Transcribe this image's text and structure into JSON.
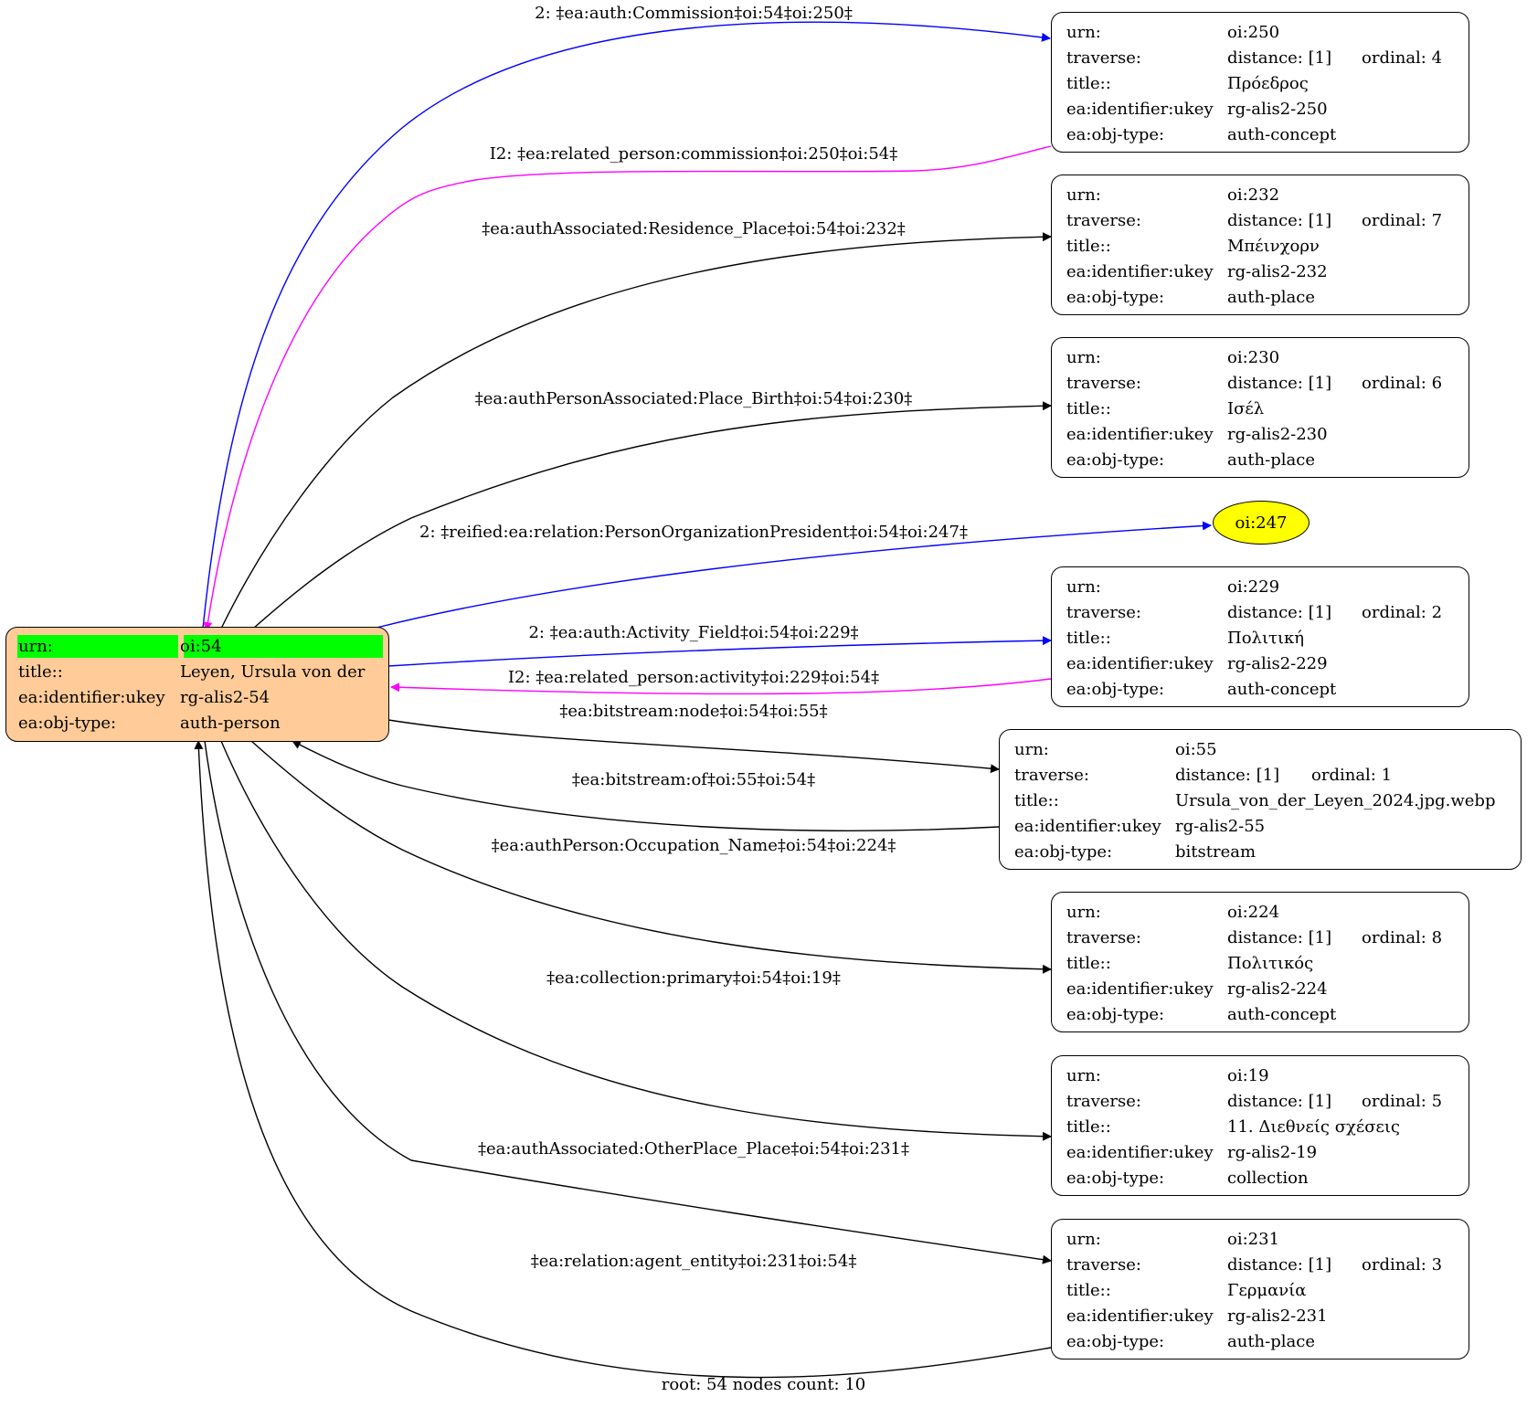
{
  "root": {
    "rows": [
      {
        "key": "urn:",
        "value": "oi:54"
      },
      {
        "key": "title::",
        "value": "Leyen, Ursula von der"
      },
      {
        "key": "ea:identifier:ukey",
        "value": "rg-alis2-54"
      },
      {
        "key": "ea:obj-type:",
        "value": "auth-person"
      }
    ],
    "fill_color": "#ffcc99",
    "highlight_color": "#00ff00"
  },
  "nodes": [
    {
      "urn": "oi:250",
      "distance": "distance: [1]",
      "ordinal": "ordinal: 4",
      "title": "Πρόεδρος",
      "ukey": "rg-alis2-250",
      "obj_type": "auth-concept"
    },
    {
      "urn": "oi:232",
      "distance": "distance: [1]",
      "ordinal": "ordinal: 7",
      "title": "Μπέινχορν",
      "ukey": "rg-alis2-232",
      "obj_type": "auth-place"
    },
    {
      "urn": "oi:230",
      "distance": "distance: [1]",
      "ordinal": "ordinal: 6",
      "title": "Ισέλ",
      "ukey": "rg-alis2-230",
      "obj_type": "auth-place"
    },
    {
      "urn": "oi:229",
      "distance": "distance: [1]",
      "ordinal": "ordinal: 2",
      "title": "Πολιτική",
      "ukey": "rg-alis2-229",
      "obj_type": "auth-concept"
    },
    {
      "urn": "oi:55",
      "distance": "distance: [1]",
      "ordinal": "ordinal: 1",
      "title": "Ursula_von_der_Leyen_2024.jpg.webp",
      "ukey": "rg-alis2-55",
      "obj_type": "bitstream"
    },
    {
      "urn": "oi:224",
      "distance": "distance: [1]",
      "ordinal": "ordinal: 8",
      "title": "Πολιτικός",
      "ukey": "rg-alis2-224",
      "obj_type": "auth-concept"
    },
    {
      "urn": "oi:19",
      "distance": "distance: [1]",
      "ordinal": "ordinal: 5",
      "title": "11. Διεθνείς σχέσεις",
      "ukey": "rg-alis2-19",
      "obj_type": "collection"
    },
    {
      "urn": "oi:231",
      "distance": "distance: [1]",
      "ordinal": "ordinal: 3",
      "title": "Γερμανία",
      "ukey": "rg-alis2-231",
      "obj_type": "auth-place"
    }
  ],
  "row_keys": {
    "urn": "urn:",
    "traverse": "traverse:",
    "title": "title::",
    "ukey": "ea:identifier:ukey",
    "obj_type": "ea:obj-type:"
  },
  "ellipse_node": {
    "label": "oi:247",
    "fill_color": "#ffff00"
  },
  "edges": [
    {
      "label": "2: ‡ea:auth:Commission‡oi:54‡oi:250‡",
      "color": "#0000ff"
    },
    {
      "label": "I2: ‡ea:related_person:commission‡oi:250‡oi:54‡",
      "color": "#ff00ff"
    },
    {
      "label": "‡ea:authAssociated:Residence_Place‡oi:54‡oi:232‡",
      "color": "#000000"
    },
    {
      "label": "‡ea:authPersonAssociated:Place_Birth‡oi:54‡oi:230‡",
      "color": "#000000"
    },
    {
      "label": "2: ‡reified:ea:relation:PersonOrganizationPresident‡oi:54‡oi:247‡",
      "color": "#0000ff"
    },
    {
      "label": "2: ‡ea:auth:Activity_Field‡oi:54‡oi:229‡",
      "color": "#0000ff"
    },
    {
      "label": "I2: ‡ea:related_person:activity‡oi:229‡oi:54‡",
      "color": "#ff00ff"
    },
    {
      "label": "‡ea:bitstream:node‡oi:54‡oi:55‡",
      "color": "#000000"
    },
    {
      "label": "‡ea:bitstream:of‡oi:55‡oi:54‡",
      "color": "#000000"
    },
    {
      "label": "‡ea:authPerson:Occupation_Name‡oi:54‡oi:224‡",
      "color": "#000000"
    },
    {
      "label": "‡ea:collection:primary‡oi:54‡oi:19‡",
      "color": "#000000"
    },
    {
      "label": "‡ea:authAssociated:OtherPlace_Place‡oi:54‡oi:231‡",
      "color": "#000000"
    },
    {
      "label": "‡ea:relation:agent_entity‡oi:231‡oi:54‡",
      "color": "#000000"
    }
  ],
  "footer": "root: 54 nodes count: 10"
}
